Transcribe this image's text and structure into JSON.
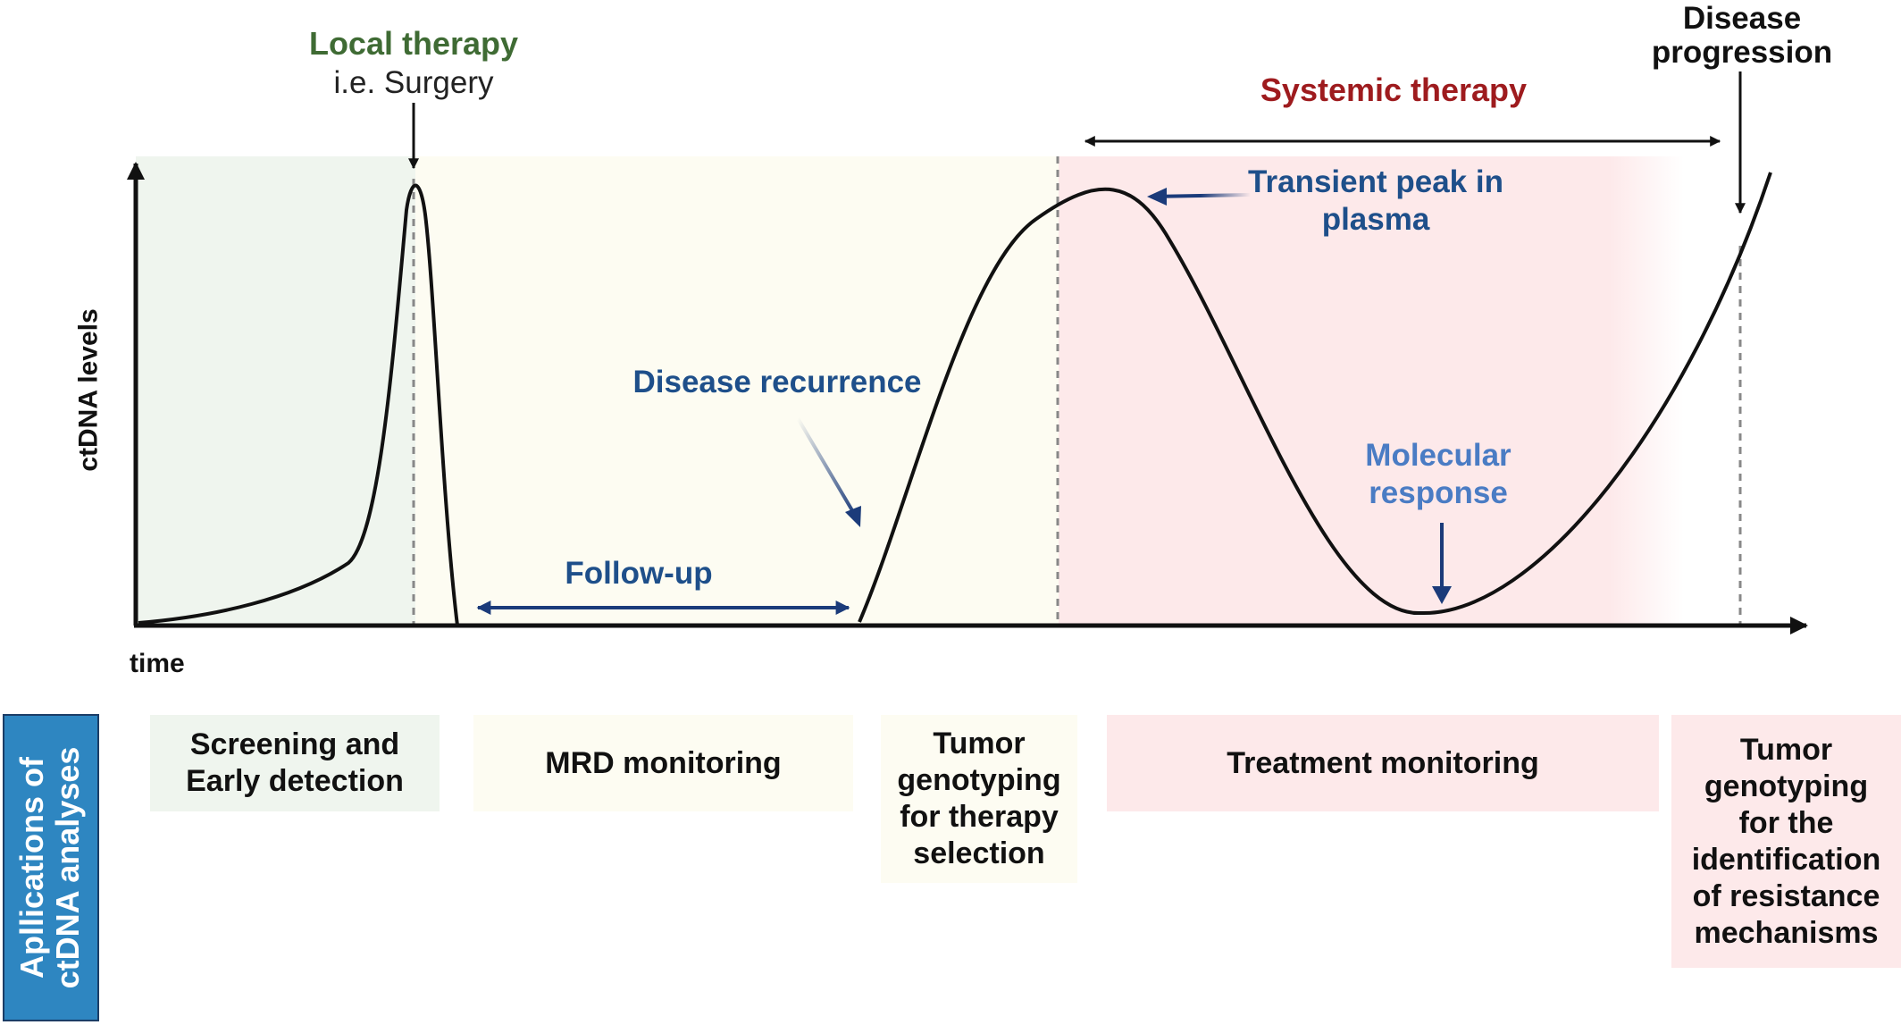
{
  "colors": {
    "green_zone": "#eff5ee",
    "yellow_zone": "#fdfcf2",
    "pink_zone": "#fde9ea",
    "green_text": "#3f6b34",
    "red_text": "#9e1b1e",
    "blue_text": "#1e4f8a",
    "arrow_blue": "#1b3b7a",
    "side_panel": "#2e86c1"
  },
  "labels": {
    "local_therapy": "Local therapy",
    "surgery": "i.e. Surgery",
    "systemic_therapy": "Systemic therapy",
    "disease_progression_1": "Disease",
    "disease_progression_2": "progression",
    "transient_peak_1": "Transient peak in",
    "transient_peak_2": "plasma",
    "disease_recurrence": "Disease recurrence",
    "molecular_response_1": "Molecular",
    "molecular_response_2": "response",
    "follow_up": "Follow-up",
    "y_axis": "ctDNA levels",
    "x_axis": "time"
  },
  "applications": {
    "title_1": "Apllications of",
    "title_2": "ctDNA analyses",
    "boxes": [
      {
        "lines": [
          "Screening and",
          "Early detection"
        ]
      },
      {
        "lines": [
          "MRD monitoring"
        ]
      },
      {
        "lines": [
          "Tumor",
          "genotyping",
          "for therapy",
          "selection"
        ]
      },
      {
        "lines": [
          "Treatment monitoring"
        ]
      },
      {
        "lines": [
          "Tumor",
          "genotyping",
          "for the",
          "identification",
          "of resistance",
          "mechanisms"
        ]
      }
    ]
  }
}
